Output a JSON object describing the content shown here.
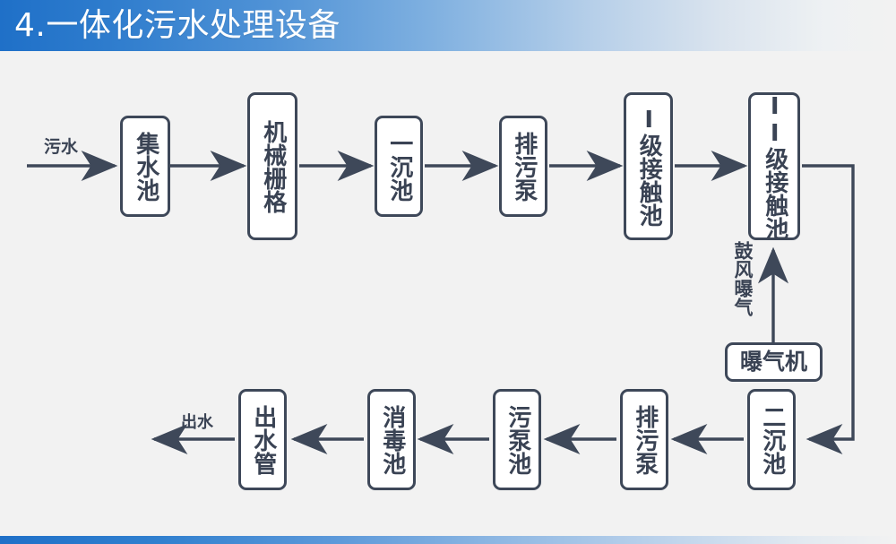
{
  "header": {
    "title": "4.一体化污水处理设备",
    "gradient_from": "#1f70c8",
    "gradient_to": "#f2f2f2"
  },
  "footer": {
    "gradient_from": "#1f70c8",
    "gradient_to": "#f2f2f2"
  },
  "theme": {
    "page_background": "#f2f2f2",
    "node_border": "#3e4859",
    "node_fill": "#ffffff",
    "text_color": "#3a4354",
    "wire_color": "#3e4859"
  },
  "diagram": {
    "type": "process-flow",
    "title": "一体化污水处理设备",
    "inlet_label": "污水",
    "outlet_label": "出水",
    "aeration_label": "鼓风曝气",
    "top_row": [
      {
        "id": "collect-tank",
        "label": "集水池"
      },
      {
        "id": "mechanical-grate",
        "label": "机械栅格"
      },
      {
        "id": "primary-settler",
        "label": "一沉池"
      },
      {
        "id": "sewage-pump-1",
        "label": "排污泵"
      },
      {
        "id": "contact-tank-1",
        "label": "I级接触池"
      },
      {
        "id": "contact-tank-2",
        "label": "II级接触池"
      }
    ],
    "aerator": {
      "id": "aerator",
      "label": "曝气机"
    },
    "bottom_row": [
      {
        "id": "secondary-settler",
        "label": "二沉池"
      },
      {
        "id": "sewage-pump-2",
        "label": "排污泵"
      },
      {
        "id": "sludge-pump-tank",
        "label": "污泵池"
      },
      {
        "id": "disinfection-tank",
        "label": "消毒池"
      },
      {
        "id": "outlet-pipe",
        "label": "出水管"
      }
    ],
    "connections": [
      "污水 → 集水池",
      "集水池 → 机械栅格",
      "机械栅格 → 一沉池",
      "一沉池 → 排污泵",
      "排污泵 → I级接触池",
      "I级接触池 → II级接触池",
      "II级接触池 → 二沉池",
      "曝气机 → II级接触池 (鼓风曝气)",
      "二沉池 → 排污泵",
      "排污泵 → 污泵池",
      "污泵池 → 消毒池",
      "消毒池 → 出水管",
      "出水管 → 出水"
    ]
  }
}
